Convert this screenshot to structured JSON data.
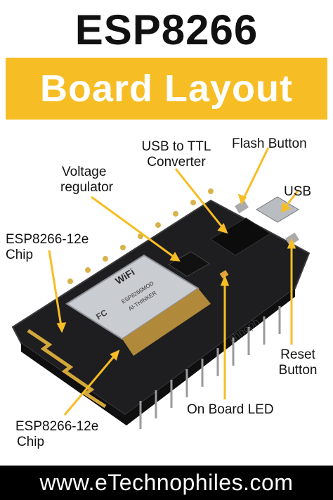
{
  "title": "ESP8266",
  "subtitle": "Board Layout",
  "labels": {
    "usb_ttl_line1": "USB to TTL",
    "usb_ttl_line2": "Converter",
    "flash_button": "Flash Button",
    "voltage_line1": "Voltage",
    "voltage_line2": "regulator",
    "usb": "USB",
    "chip_top_line1": "ESP8266-12e",
    "chip_top_line2": "Chip",
    "reset_line1": "Reset",
    "reset_line2": "Button",
    "led": "On Board LED",
    "chip_bottom_line1": "ESP8266-12e",
    "chip_bottom_line2": "Chip"
  },
  "module_text": {
    "wifi": "WiFi",
    "model": "ESP8266MOD",
    "vendor": "AI-THINKER",
    "fcc": "FC"
  },
  "watermark": "chnoph",
  "footer": "www.eTechnophiles.com",
  "colors": {
    "accent": "#f7bd24",
    "arrow": "#f7bd24",
    "board": "#1c1c1e",
    "module": "#c9ccd0",
    "footer_bg": "#000000"
  }
}
